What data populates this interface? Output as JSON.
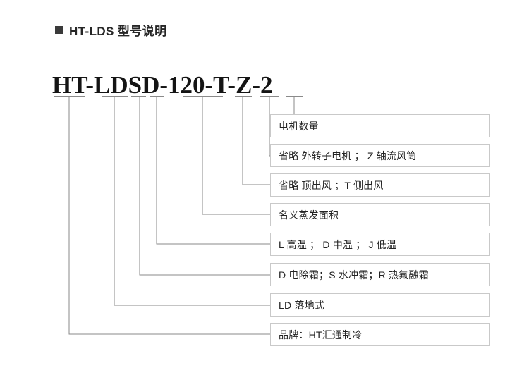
{
  "header": {
    "bullet_icon": "filled-square-bullet",
    "title": "HT-LDS  型号说明"
  },
  "model": {
    "full_code": "HT-LDSD-120-T-Z-2",
    "segments": [
      {
        "key": "brand",
        "text": "HT"
      },
      {
        "key": "type",
        "text": "LD"
      },
      {
        "key": "defrost",
        "text": "S"
      },
      {
        "key": "temperature",
        "text": "D"
      },
      {
        "key": "area",
        "text": "120"
      },
      {
        "key": "air_outlet",
        "text": "T"
      },
      {
        "key": "fan_motor",
        "text": "Z"
      },
      {
        "key": "motor_count",
        "text": "2"
      }
    ]
  },
  "descriptions": [
    {
      "id": "motor-count",
      "label": "电机数量"
    },
    {
      "id": "fan-motor",
      "label": "省略  外转子电机  ；  Z  轴流风筒"
    },
    {
      "id": "air-outlet",
      "label": "省略  顶出风 ；T  侧出风"
    },
    {
      "id": "area",
      "label": "名义蒸发面积"
    },
    {
      "id": "temperature",
      "label": "L  高温 ；  D  中温  ；  J  低温"
    },
    {
      "id": "defrost",
      "label": "D  电除霜；S  水冲霜；R  热氟融霜"
    },
    {
      "id": "type",
      "label": "LD  落地式"
    },
    {
      "id": "brand",
      "label": "品牌：HT汇通制冷"
    }
  ],
  "colors": {
    "background": "#ffffff",
    "text": "#232323",
    "heading": "#262626",
    "box_border": "#c9c9c9",
    "leader_line": "#8a8a8a",
    "bullet": "#3a3a3a"
  }
}
